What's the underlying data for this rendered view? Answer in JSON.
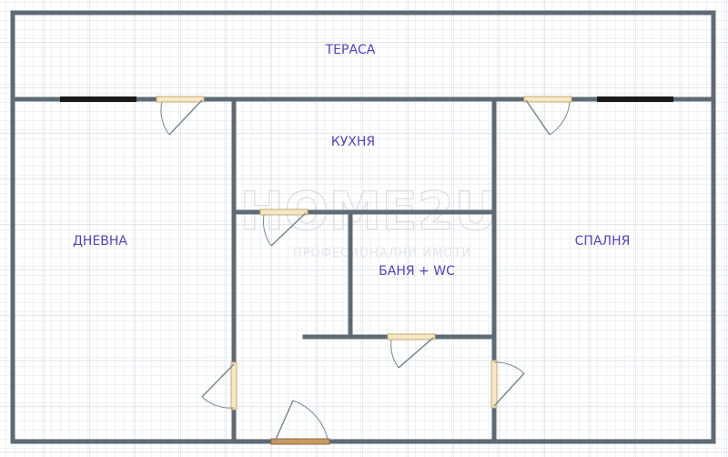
{
  "rooms": {
    "terrace": "ТЕРАСА",
    "kitchen": "КУХНЯ",
    "living": "ДНЕВНА",
    "bedroom": "СПАЛНЯ",
    "bathroom": "БАНЯ + WC"
  },
  "watermark": {
    "brand": "HOME2U",
    "tagline": "ПРОФЕСИОНАЛНИ ИМОТИ"
  },
  "colors": {
    "wall": "#5e6a74",
    "grid_minor": "#dfe6ec",
    "grid_major": "#c8d2da",
    "door": "#f4e8c6",
    "door_stroke": "#c9a96e",
    "window": "#1a1a1a",
    "label": "#5a3fb5",
    "entrance": "#c79a63"
  }
}
